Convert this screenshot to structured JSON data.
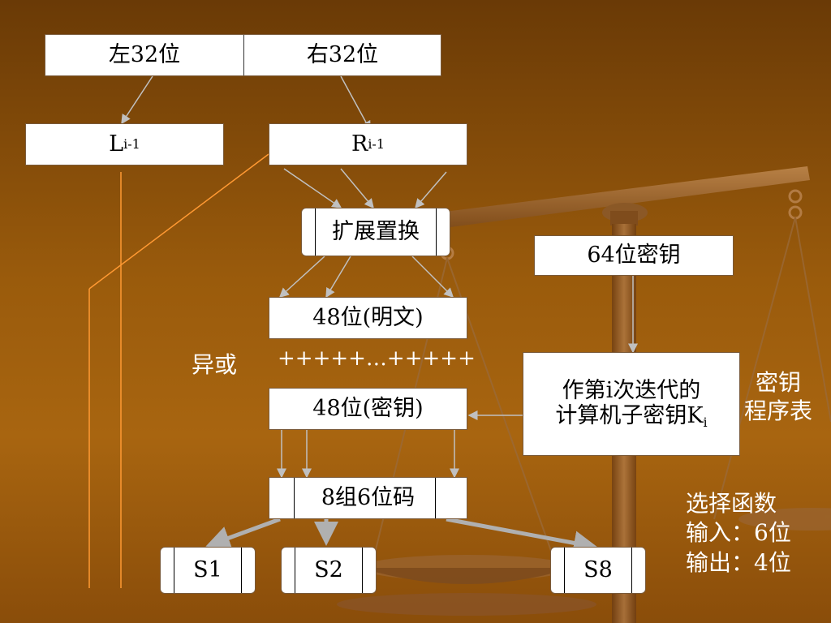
{
  "diagram": {
    "left32": "左32位",
    "right32": "右32位",
    "l_main": "L",
    "l_sub": "i-1",
    "r_main": "R",
    "r_sub": "i-1",
    "expand": "扩展置换",
    "key64": "64位密钥",
    "plain48": "48位(明文)",
    "xor_label": "异或",
    "xor_marks": "+++++…+++++",
    "key48": "48位(密钥)",
    "subkey_line1": "作第i次迭代的",
    "subkey_line2_main": "计算机子密钥K",
    "subkey_line2_sub": "i",
    "schedule_line1": "密钥",
    "schedule_line2": "程序表",
    "group": "8组6位码",
    "s1": "S1",
    "s2": "S2",
    "s8": "S8",
    "sel_line1": "选择函数",
    "sel_line2": "输入：6位",
    "sel_line3": "输出：4位"
  },
  "colors": {
    "arrow": "#c0c0c0",
    "orange_line": "#ff9933",
    "box_fill": "#ffffff"
  }
}
